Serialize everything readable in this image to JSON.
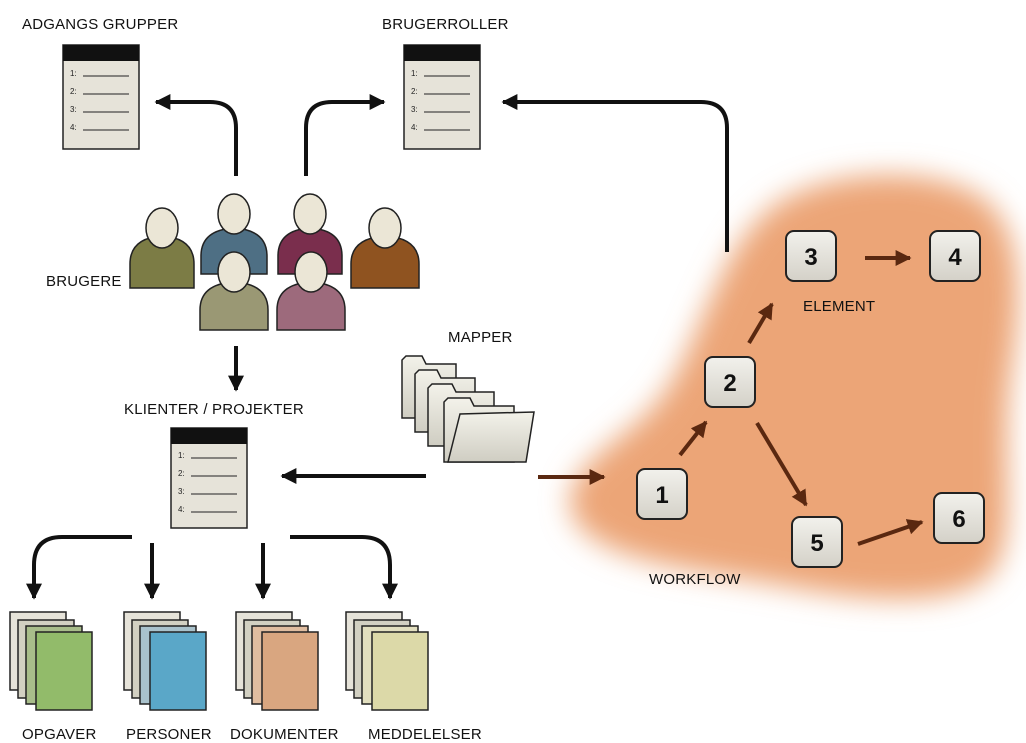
{
  "labels": {
    "access_groups": "ADGANGS GRUPPER",
    "user_roles": "BRUGERROLLER",
    "users": "BRUGERE",
    "folders": "MAPPER",
    "clients_projects": "KLIENTER / PROJEKTER",
    "element": "ELEMENT",
    "workflow": "WORKFLOW",
    "tasks": "OPGAVER",
    "persons": "PERSONER",
    "documents": "DOKUMENTER",
    "messages": "MEDDELELSER"
  },
  "list_lines": [
    "1:",
    "2:",
    "3:",
    "4:"
  ],
  "workflow_steps": [
    "1",
    "2",
    "3",
    "4",
    "5",
    "6"
  ],
  "colors": {
    "arrow_black": "#111111",
    "arrow_brown": "#5a2810",
    "workflow_blob": "#eca577",
    "user_olive": "#7c7c45",
    "user_blue": "#4e6f84",
    "user_maroon": "#7a2e4d",
    "user_orange": "#8f5320",
    "user_sage": "#9a9874",
    "user_mauve": "#9d6a7c",
    "head": "#ebe6d6",
    "doc_green": "#92bb6a",
    "doc_blue": "#5aa7c8",
    "doc_tan": "#d9a680",
    "doc_cream": "#dcd9a8",
    "list_header": "#111111",
    "list_body": "#e6e3d9",
    "step_box": "#e4e2dc"
  }
}
